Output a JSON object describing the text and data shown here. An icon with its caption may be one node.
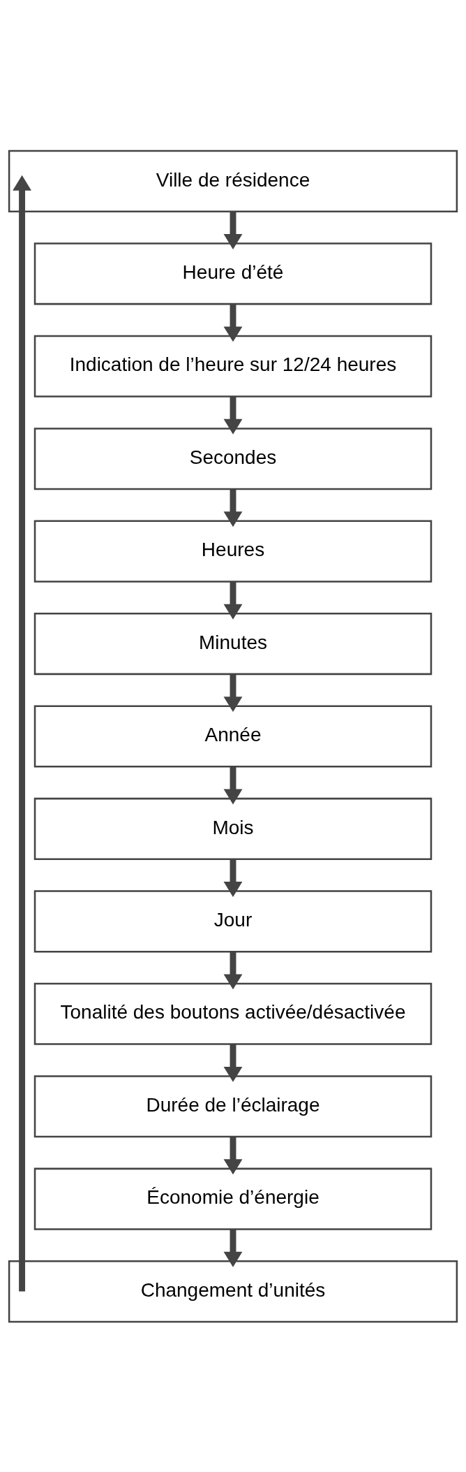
{
  "diagram": {
    "nodes": [
      {
        "text": [
          "Ville de résidence"
        ]
      },
      {
        "text": [
          "Heure d’été"
        ]
      },
      {
        "text": [
          "Indication de l’heure sur 12/24 heures"
        ]
      },
      {
        "text": [
          "Secondes"
        ]
      },
      {
        "text": [
          "Heures"
        ]
      },
      {
        "text": [
          "Minutes"
        ]
      },
      {
        "text": [
          "Année"
        ]
      },
      {
        "text": [
          "Mois"
        ]
      },
      {
        "text": [
          "Jour"
        ]
      },
      {
        "text": [
          "Tonalité des boutons activée/désactivée"
        ]
      },
      {
        "text": [
          "Durée de l’éclairage"
        ]
      },
      {
        "text": [
          "Économie d’énergie"
        ]
      },
      {
        "text": [
          "Changement d’unités"
        ]
      }
    ],
    "edges": [
      {
        "from": 0,
        "to": 1,
        "arrow": "to"
      },
      {
        "from": 1,
        "to": 2,
        "arrow": "to"
      },
      {
        "from": 2,
        "to": 3,
        "arrow": "to"
      },
      {
        "from": 3,
        "to": 4,
        "arrow": "to"
      },
      {
        "from": 4,
        "to": 5,
        "arrow": "to"
      },
      {
        "from": 5,
        "to": 6,
        "arrow": "to"
      },
      {
        "from": 6,
        "to": 7,
        "arrow": "to"
      },
      {
        "from": 7,
        "to": 8,
        "arrow": "to"
      },
      {
        "from": 8,
        "to": 9,
        "arrow": "to"
      },
      {
        "from": 9,
        "to": 10,
        "arrow": "to"
      },
      {
        "from": 10,
        "to": 11,
        "arrow": "to"
      },
      {
        "from": 11,
        "to": 12,
        "arrow": "to"
      },
      {
        "from": 12,
        "to": 0,
        "arrow": "to"
      }
    ]
  }
}
